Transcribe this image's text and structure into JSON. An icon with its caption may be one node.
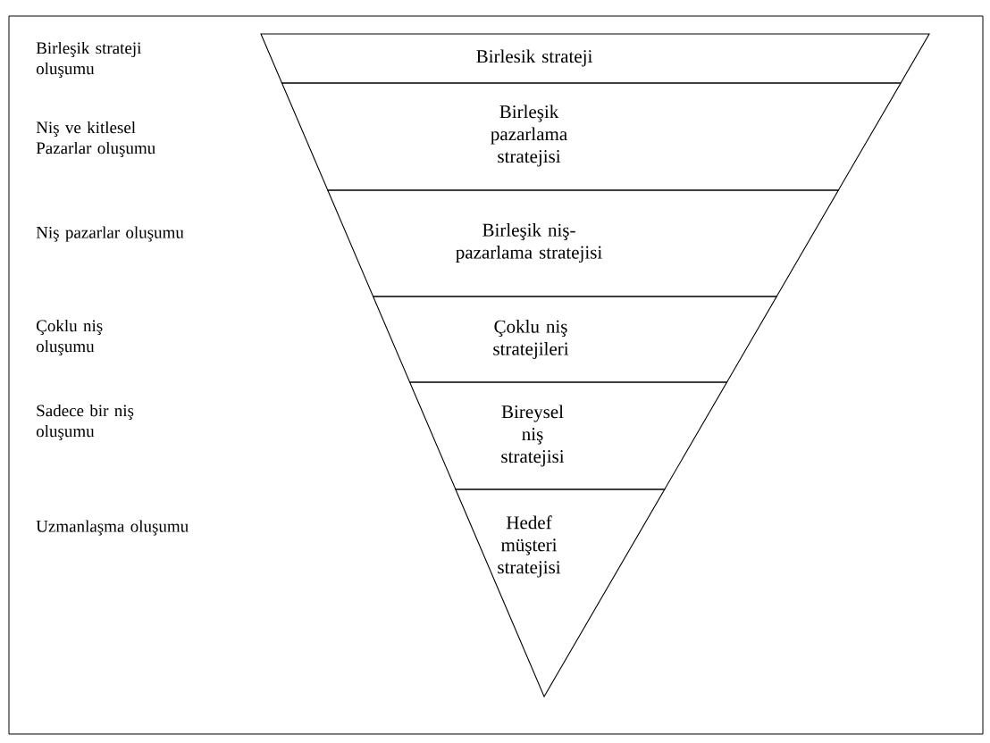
{
  "diagram": {
    "nodes": [
      {
        "text": [
          "Birlesik strateji"
        ]
      },
      {
        "text": [
          "Birleşik pazarlama stratejisi"
        ]
      },
      {
        "text": [
          "Birleşik niş-pazarlama stratejisi"
        ]
      },
      {
        "text": [
          "Çoklu niş stratejileri"
        ]
      },
      {
        "text": [
          "Bireysel niş stratejisi"
        ]
      },
      {
        "text": [
          "Hedef müşteri stratejisi"
        ]
      }
    ],
    "labels": [
      "Birleşik strateji oluşumu",
      "Niş ve kitlesel Pazarlar oluşumu",
      "Niş pazarlar oluşumu",
      "Çoklu niş oluşumu",
      "Sadece bir niş oluşumu",
      "Uzmanlaşma oluşumu"
    ]
  }
}
